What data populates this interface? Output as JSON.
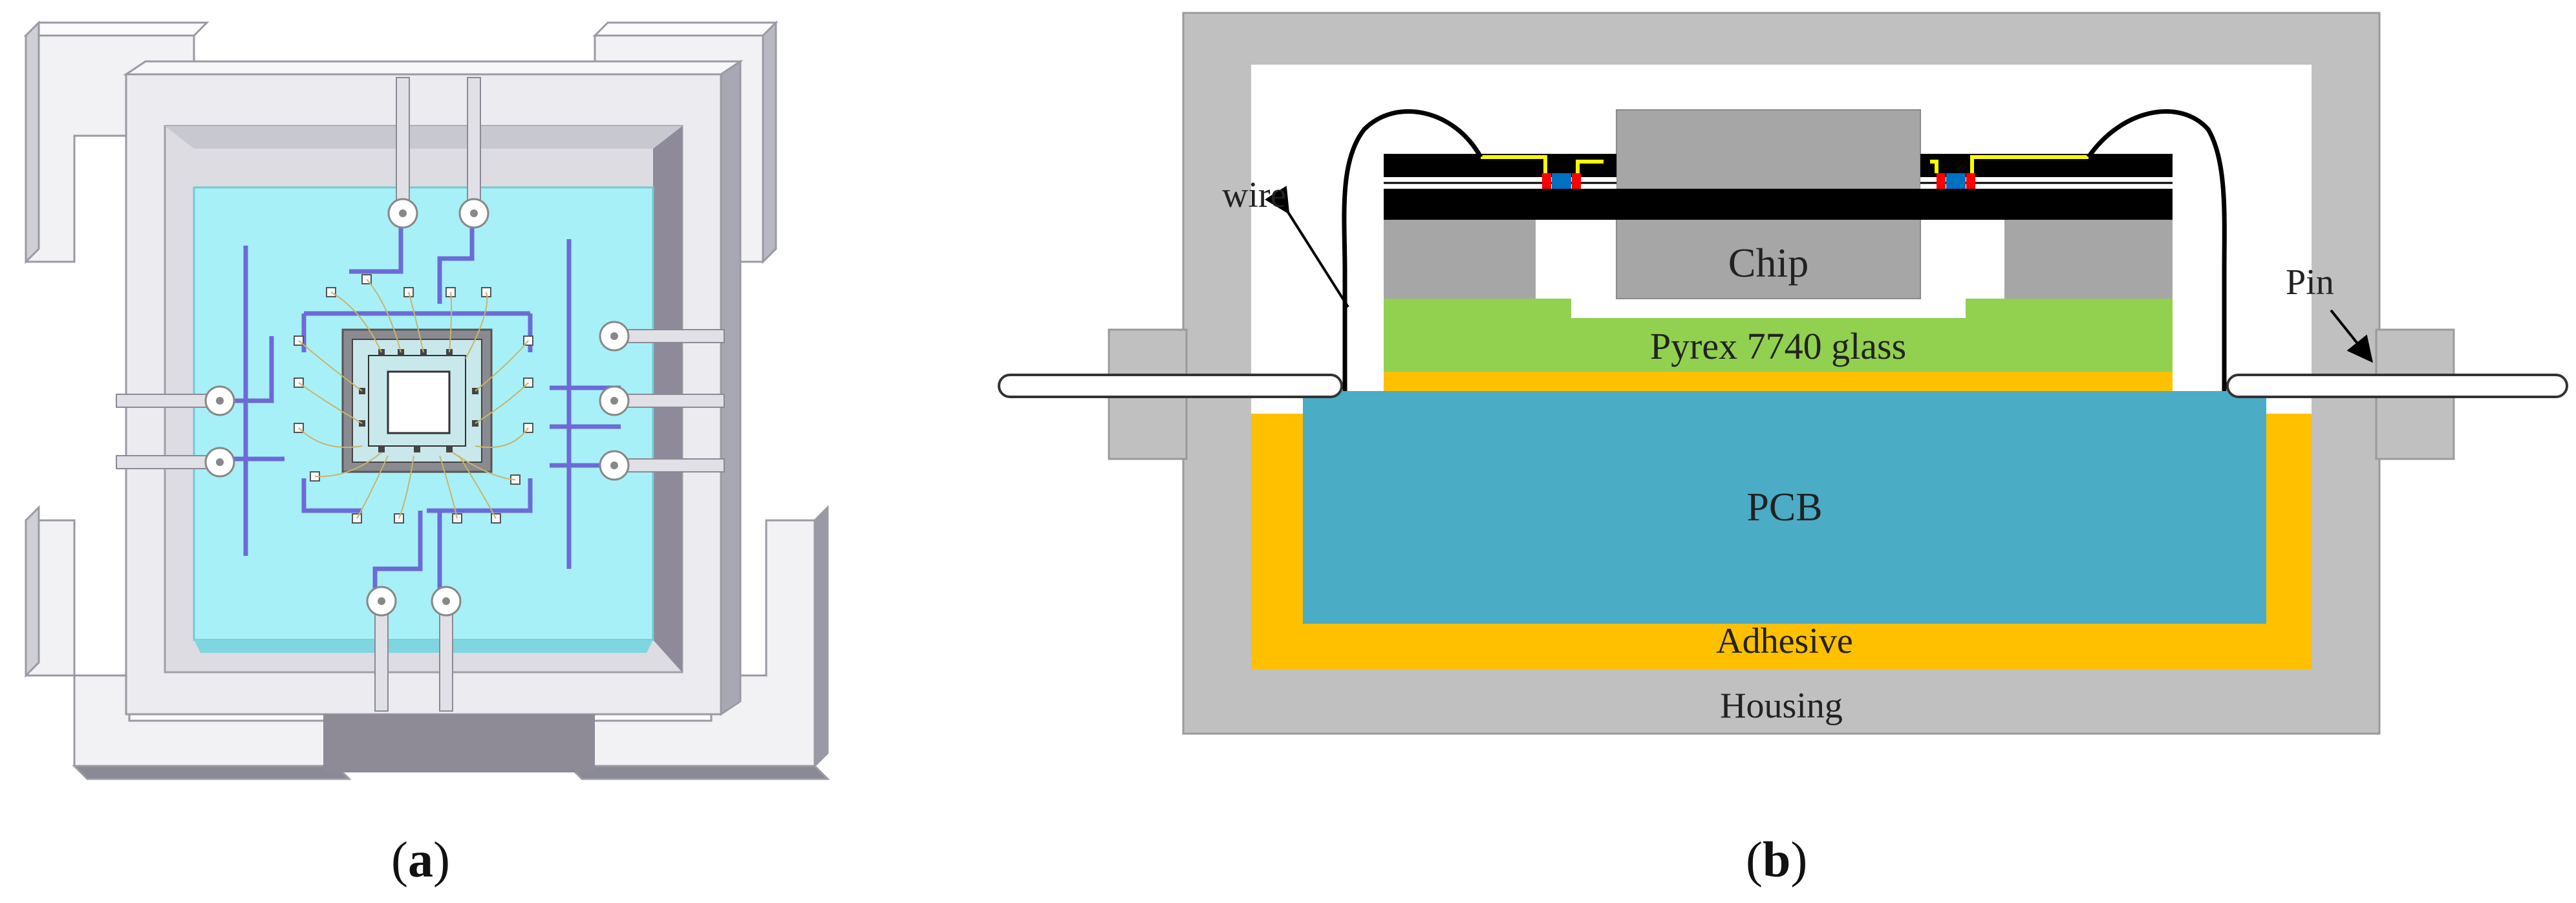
{
  "figure": {
    "panel_a": {
      "caption_open": "(",
      "caption_letter": "a",
      "caption_close": ")"
    },
    "panel_b": {
      "caption_open": "(",
      "caption_letter": "b",
      "caption_close": ")",
      "labels": {
        "wire": "wire",
        "pin": "Pin",
        "chip": "Chip",
        "glass": "Pyrex 7740 glass",
        "pcb": "PCB",
        "adhesive": "Adhesive",
        "housing": "Housing"
      }
    }
  },
  "colors": {
    "housing": "#c0c0c0",
    "adhesive": "#ffc000",
    "pcb": "#4bacc6",
    "glass": "#92d050",
    "chip": "#a6a6a6",
    "film": "#000000",
    "wire_gold": "#ffff00",
    "pad_red": "#ff0000",
    "pad_blue": "#0070c0",
    "substrate": "#a8f0f8",
    "trace": "#6b6bd6"
  }
}
